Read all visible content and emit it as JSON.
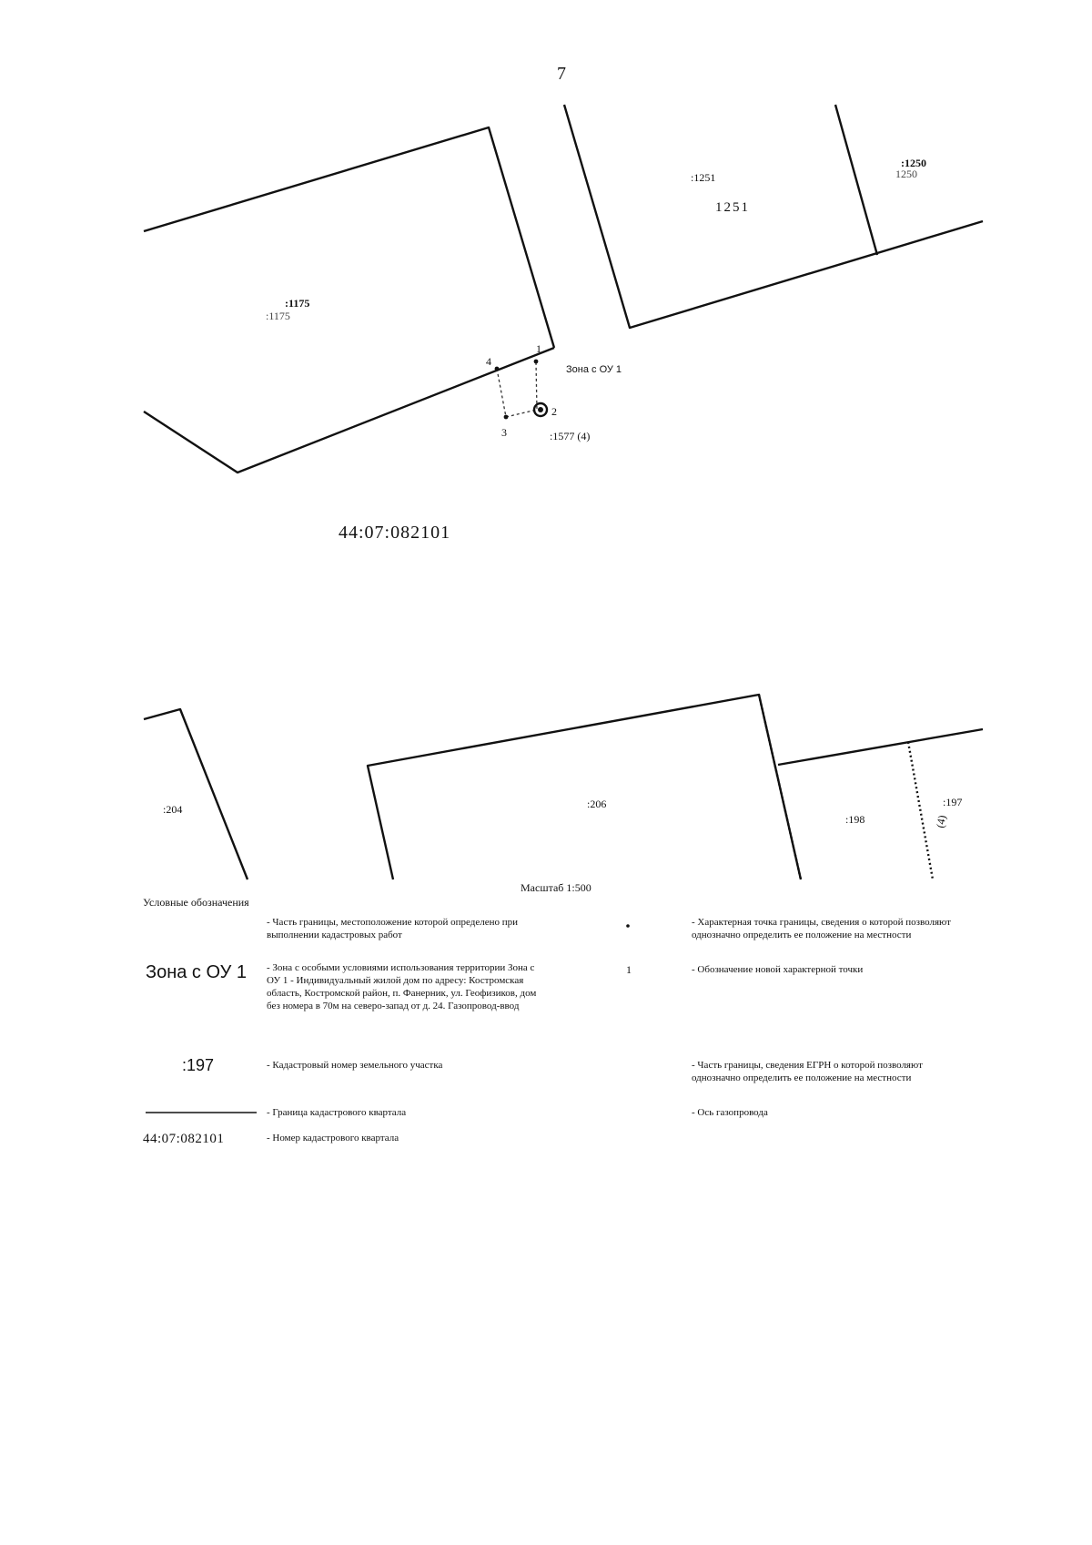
{
  "page_number": "7",
  "upper_map": {
    "parcel_1251_top": ":1251",
    "parcel_1251_center": "1251",
    "parcel_1250_top": ":1250",
    "parcel_1250_under": "1250",
    "parcel_1175_top": ":1175",
    "parcel_1175_under": ":1175",
    "point_1": "1",
    "point_2": "2",
    "point_3": "3",
    "point_4": "4",
    "zone_label": "Зона с ОУ 1",
    "part_label": ":1577 (4)",
    "quarter_number": "44:07:082101"
  },
  "lower_map": {
    "parcel_204": ":204",
    "parcel_206": ":206",
    "parcel_198": ":198",
    "parcel_197": ":197",
    "gas_mark": "(4)"
  },
  "scale": "Масштаб 1:500",
  "legend": {
    "title": "Условные обозначения",
    "items": {
      "dotted_boundary": "- Часть границы, местоположение которой определено при выполнении кадастровых работ",
      "zone": "- Зона с особыми условиями использования территории Зона с ОУ 1 - Индивидуальный жилой дом по адресу: Костромская область, Костромской район, п. Фанерник, ул. Геофизиков, дом без номера в 70м на северо-запад от д. 24. Газопровод-ввод",
      "cadastral_number": "- Кадастровый номер земельного участка",
      "quarter_boundary": "- Граница кадастрового квартала",
      "quarter_number": "- Номер кадастрового квартала",
      "characteristic_point": "- Характерная точка границы, сведения о которой позволяют однозначно определить ее положение на местности",
      "new_point": "- Обозначение новой характерной точки",
      "egrn_boundary": "- Часть границы, сведения ЕГРН о которой позволяют однозначно определить ее положение на местности",
      "gas_axis": "- Ось газопровода"
    },
    "symbols": {
      "zone": "Зона с ОУ 1",
      "cadastral_number": ":197",
      "quarter_number": "44:07:082101",
      "new_point": "1"
    }
  }
}
